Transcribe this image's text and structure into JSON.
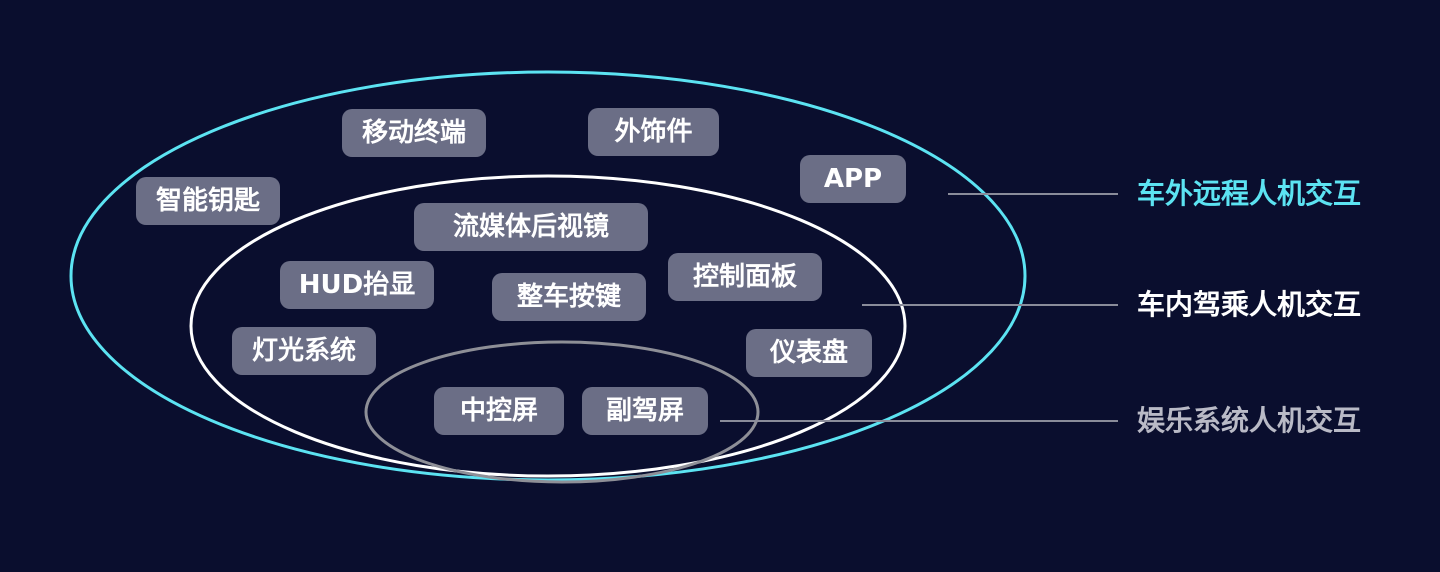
{
  "zones": {
    "outer": {
      "label": "车外远程人机交互",
      "color": "#5ce3f2"
    },
    "middle": {
      "label": "车内驾乘人机交互",
      "color": "#ffffff"
    },
    "inner": {
      "label": "娱乐系统人机交互",
      "color": "#b9bac6"
    }
  },
  "items": {
    "mobile_terminal": "移动终端",
    "exterior_trim": "外饰件",
    "app": "APP",
    "smart_key": "智能钥匙",
    "streaming_mirror": "流媒体后视镜",
    "hud": "HUD抬显",
    "vehicle_buttons": "整车按键",
    "control_panel": "控制面板",
    "lighting_system": "灯光系统",
    "instrument_cluster": "仪表盘",
    "center_screen": "中控屏",
    "passenger_screen": "副驾屏"
  },
  "colors": {
    "background": "#0a0e2e",
    "tag": "#6b6e86",
    "leader_line": "#8a8c9a"
  }
}
